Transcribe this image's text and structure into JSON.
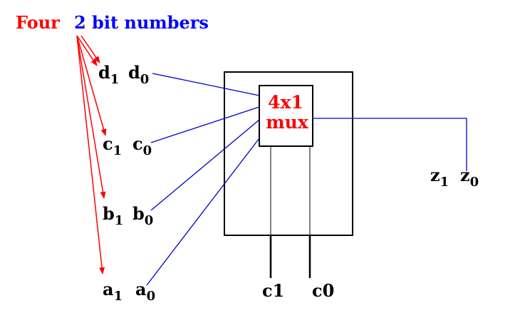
{
  "caption": {
    "word_red": "Four",
    "word_blue": "2 bit numbers",
    "red_color": "#ff0000",
    "blue_color": "#0000ff"
  },
  "inputs": [
    {
      "id": "d",
      "hi_base": "d",
      "hi_sub": "1",
      "lo_base": "d",
      "lo_sub": "0"
    },
    {
      "id": "c",
      "hi_base": "c",
      "hi_sub": "1",
      "lo_base": "c",
      "lo_sub": "0"
    },
    {
      "id": "b",
      "hi_base": "b",
      "hi_sub": "1",
      "lo_base": "b",
      "lo_sub": "0"
    },
    {
      "id": "a",
      "hi_base": "a",
      "hi_sub": "1",
      "lo_base": "a",
      "lo_sub": "0"
    }
  ],
  "mux": {
    "line1": "4x1",
    "line2": "mux",
    "label_color": "#ff0000"
  },
  "output": {
    "hi_base": "z",
    "hi_sub": "1",
    "lo_base": "z",
    "lo_sub": "0"
  },
  "controls": [
    "c1",
    "c0"
  ],
  "colors": {
    "wire": "#0000cc",
    "arrow": "#ff0000",
    "box": "#000000",
    "text": "#000000"
  }
}
